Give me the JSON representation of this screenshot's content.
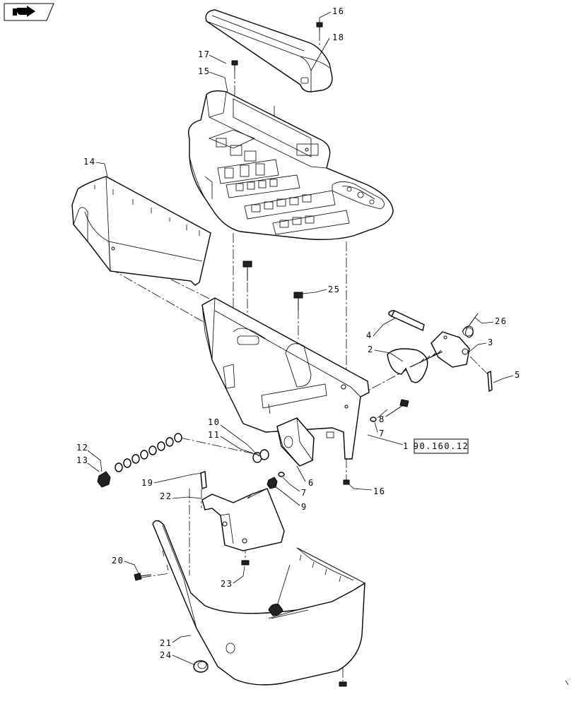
{
  "nav_icon": "return-arrow-icon",
  "reference_box": {
    "text": "90.160.12"
  },
  "callouts": [
    {
      "id": "c16a",
      "text": "16"
    },
    {
      "id": "c18",
      "text": "18"
    },
    {
      "id": "c17",
      "text": "17"
    },
    {
      "id": "c15",
      "text": "15"
    },
    {
      "id": "c14",
      "text": "14"
    },
    {
      "id": "c25",
      "text": "25"
    },
    {
      "id": "c26",
      "text": "26"
    },
    {
      "id": "c4",
      "text": "4"
    },
    {
      "id": "c3",
      "text": "3"
    },
    {
      "id": "c2",
      "text": "2"
    },
    {
      "id": "c5",
      "text": "5"
    },
    {
      "id": "c8",
      "text": "8"
    },
    {
      "id": "c10",
      "text": "10"
    },
    {
      "id": "c11",
      "text": "11"
    },
    {
      "id": "c7a",
      "text": "7"
    },
    {
      "id": "c1",
      "text": "1"
    },
    {
      "id": "c12",
      "text": "12"
    },
    {
      "id": "c13",
      "text": "13"
    },
    {
      "id": "c6",
      "text": "6"
    },
    {
      "id": "c16b",
      "text": "16"
    },
    {
      "id": "c19",
      "text": "19"
    },
    {
      "id": "c7b",
      "text": "7"
    },
    {
      "id": "c22",
      "text": "22"
    },
    {
      "id": "c9",
      "text": "9"
    },
    {
      "id": "c20",
      "text": "20"
    },
    {
      "id": "c23",
      "text": "23"
    },
    {
      "id": "c21",
      "text": "21"
    },
    {
      "id": "c24",
      "text": "24"
    }
  ]
}
